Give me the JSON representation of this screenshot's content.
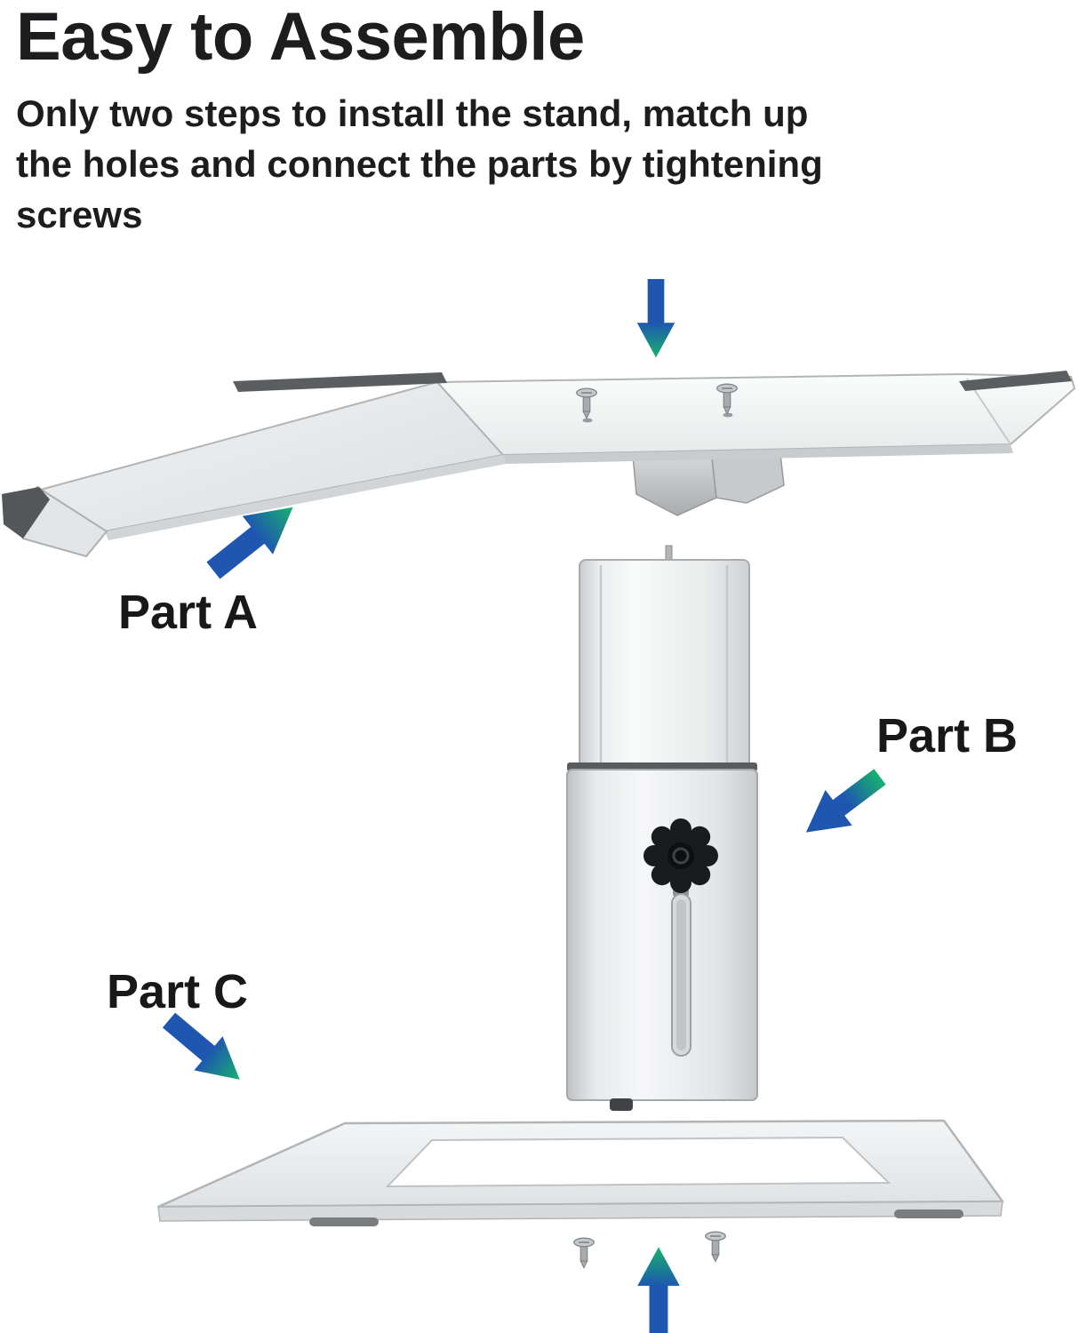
{
  "header": {
    "title": "Easy to Assemble",
    "subtitle_lines": [
      "Only two steps to install the stand, match up",
      "the holes and connect the parts by tightening",
      "screws"
    ]
  },
  "labels": {
    "part_a": "Part A",
    "part_b": "Part B",
    "part_c": "Part C"
  },
  "icons": {
    "arrows": [
      "arrow-down",
      "arrow-up-right",
      "arrow-down-left",
      "arrow-down-right",
      "arrow-up"
    ],
    "screws": 4
  },
  "colors": {
    "text": "#1d1d1f",
    "arrow_blue": "#1e56b0",
    "arrow_green": "#17b26e",
    "metal_light": "#f4f5f6",
    "metal_mid": "#d8dadc",
    "pad_dark_gray": "#5b5e61",
    "knob_black": "#1a1b1d",
    "background": "#ffffff"
  }
}
